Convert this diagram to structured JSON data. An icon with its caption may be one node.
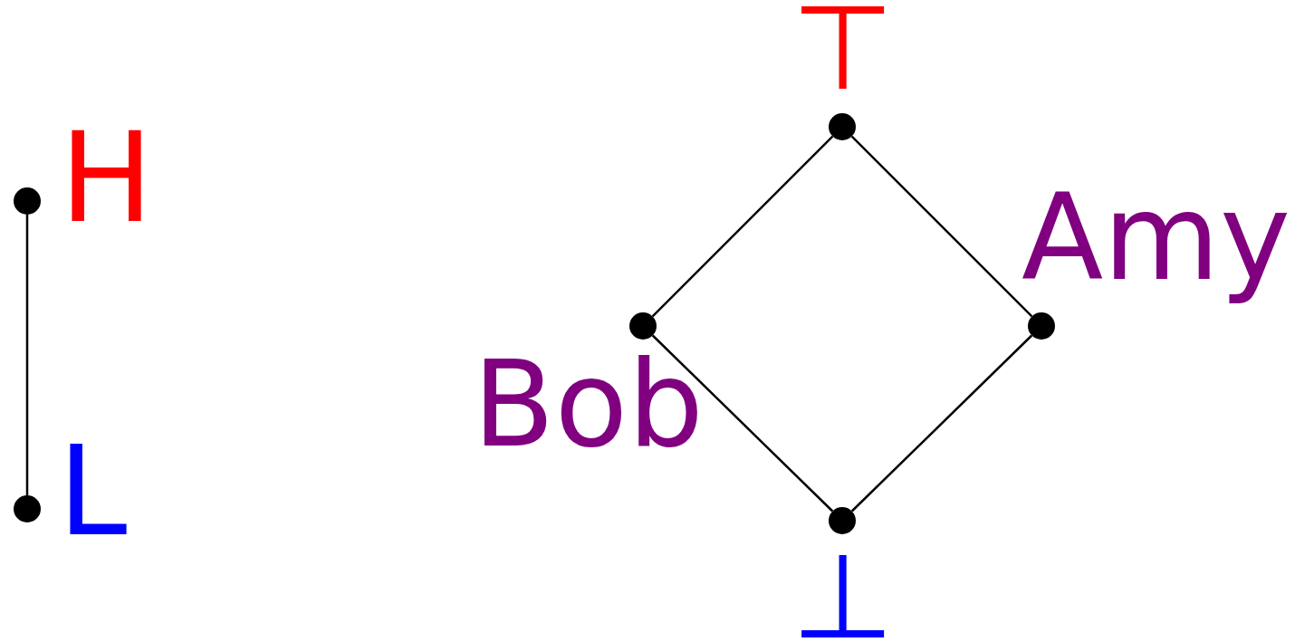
{
  "diagram": {
    "nodes": [
      {
        "text": [],
        "shape": "circle",
        "beside": [
          "H"
        ]
      },
      {
        "text": [],
        "shape": "circle",
        "beside": [
          "L"
        ]
      },
      {
        "text": [],
        "shape": "circle",
        "beside": [
          "⊤"
        ]
      },
      {
        "text": [],
        "shape": "circle",
        "beside": [
          "Bob"
        ]
      },
      {
        "text": [],
        "shape": "circle",
        "beside": [
          "Amy"
        ]
      },
      {
        "text": [],
        "shape": "circle",
        "beside": [
          "⊥"
        ]
      }
    ],
    "edges": [
      {
        "from": 0,
        "to": 1,
        "arrow": "none"
      },
      {
        "from": 2,
        "to": 3,
        "arrow": "none"
      },
      {
        "from": 2,
        "to": 4,
        "arrow": "none"
      },
      {
        "from": 3,
        "to": 5,
        "arrow": "none"
      },
      {
        "from": 4,
        "to": 5,
        "arrow": "none"
      }
    ]
  }
}
